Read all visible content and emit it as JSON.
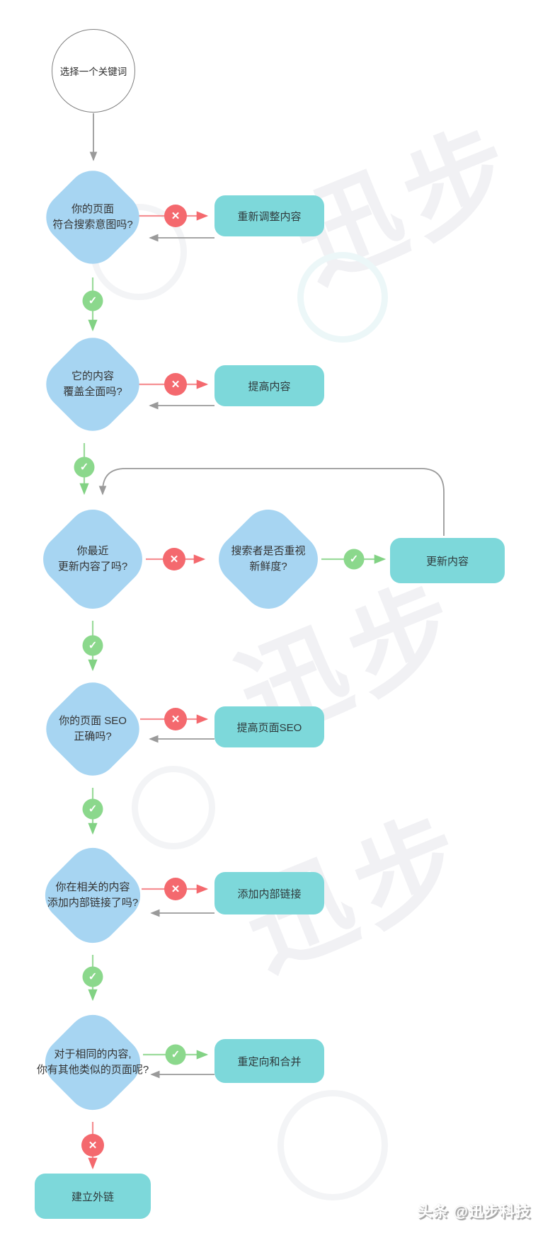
{
  "meta": {
    "language": "zh-CN",
    "description": "SEO keyword optimization decision flowchart"
  },
  "colors": {
    "diamond_fill": "#a7d5f2",
    "action_fill": "#7dd8da",
    "no_badge": "#f4696e",
    "no_line": "#f58f92",
    "yes_badge": "#8bd88c",
    "yes_line": "#9bdb9b",
    "neutral_line": "#9a9a9a",
    "text": "#333333",
    "watermark": "#f1f1f4"
  },
  "icons": {
    "no": "✕",
    "yes": "✓"
  },
  "nodes": {
    "start": {
      "label": "选择一个关键词"
    },
    "q1": {
      "line1": "你的页面",
      "line2": "符合搜索意图吗?"
    },
    "a1": {
      "label": "重新调整内容"
    },
    "q2": {
      "line1": "它的内容",
      "line2": "覆盖全面吗?"
    },
    "a2": {
      "label": "提高内容"
    },
    "q3": {
      "line1": "你最近",
      "line2": "更新内容了吗?"
    },
    "q3b": {
      "line1": "搜索者是否重视",
      "line2": "新鲜度?"
    },
    "a3": {
      "label": "更新内容"
    },
    "q4": {
      "line1": "你的页面 SEO",
      "line2": "正确吗?"
    },
    "a4": {
      "label": "提高页面SEO"
    },
    "q5": {
      "line1": "你在相关的内容",
      "line2": "添加内部链接了吗?"
    },
    "a5": {
      "label": "添加内部链接"
    },
    "q6": {
      "line1": "对于相同的内容,",
      "line2": "你有其他类似的页面呢?"
    },
    "a6": {
      "label": "重定向和合并"
    },
    "end": {
      "label": "建立外链"
    }
  },
  "logic": [
    {
      "from": "start",
      "to": "q1"
    },
    {
      "from": "q1",
      "no": "a1",
      "yes": "q2",
      "return": "a1->q1"
    },
    {
      "from": "q2",
      "no": "a2",
      "yes": "q3",
      "return": "a2->q2"
    },
    {
      "from": "q3",
      "no": "q3b",
      "yes": "q4"
    },
    {
      "from": "q3b",
      "yes": "a3"
    },
    {
      "from": "a3",
      "loop_back_to": "q3"
    },
    {
      "from": "q4",
      "no": "a4",
      "yes": "q5",
      "return": "a4->q4"
    },
    {
      "from": "q5",
      "no": "a5",
      "yes": "q6",
      "return": "a5->q5"
    },
    {
      "from": "q6",
      "yes": "a6",
      "no": "end",
      "return": "a6->q6"
    }
  ],
  "watermark": {
    "brand": "迅步",
    "footer": "头条 @迅步科技"
  }
}
